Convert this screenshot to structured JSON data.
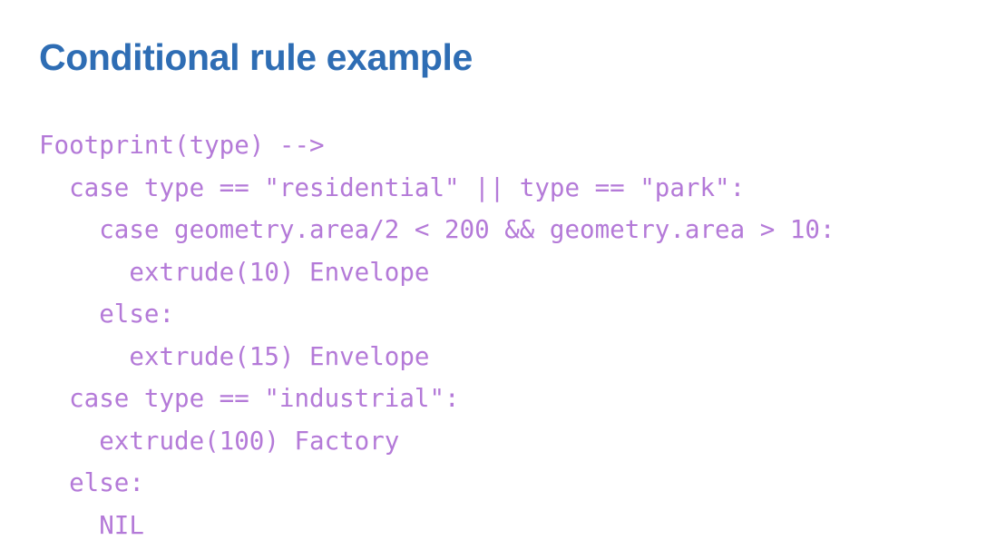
{
  "slide": {
    "title": "Conditional rule example",
    "title_color": "#2E6DB4",
    "background_color": "#FFFFFF",
    "code_color": "#B47AD8"
  },
  "code": {
    "language": "cga-rule",
    "lines": [
      "Footprint(type) -->",
      "  case type == \"residential\" || type == \"park\":",
      "    case geometry.area/2 < 200 && geometry.area > 10:",
      "      extrude(10) Envelope",
      "    else:",
      "      extrude(15) Envelope",
      "  case type == \"industrial\":",
      "    extrude(100) Factory",
      "  else:",
      "    NIL"
    ]
  }
}
